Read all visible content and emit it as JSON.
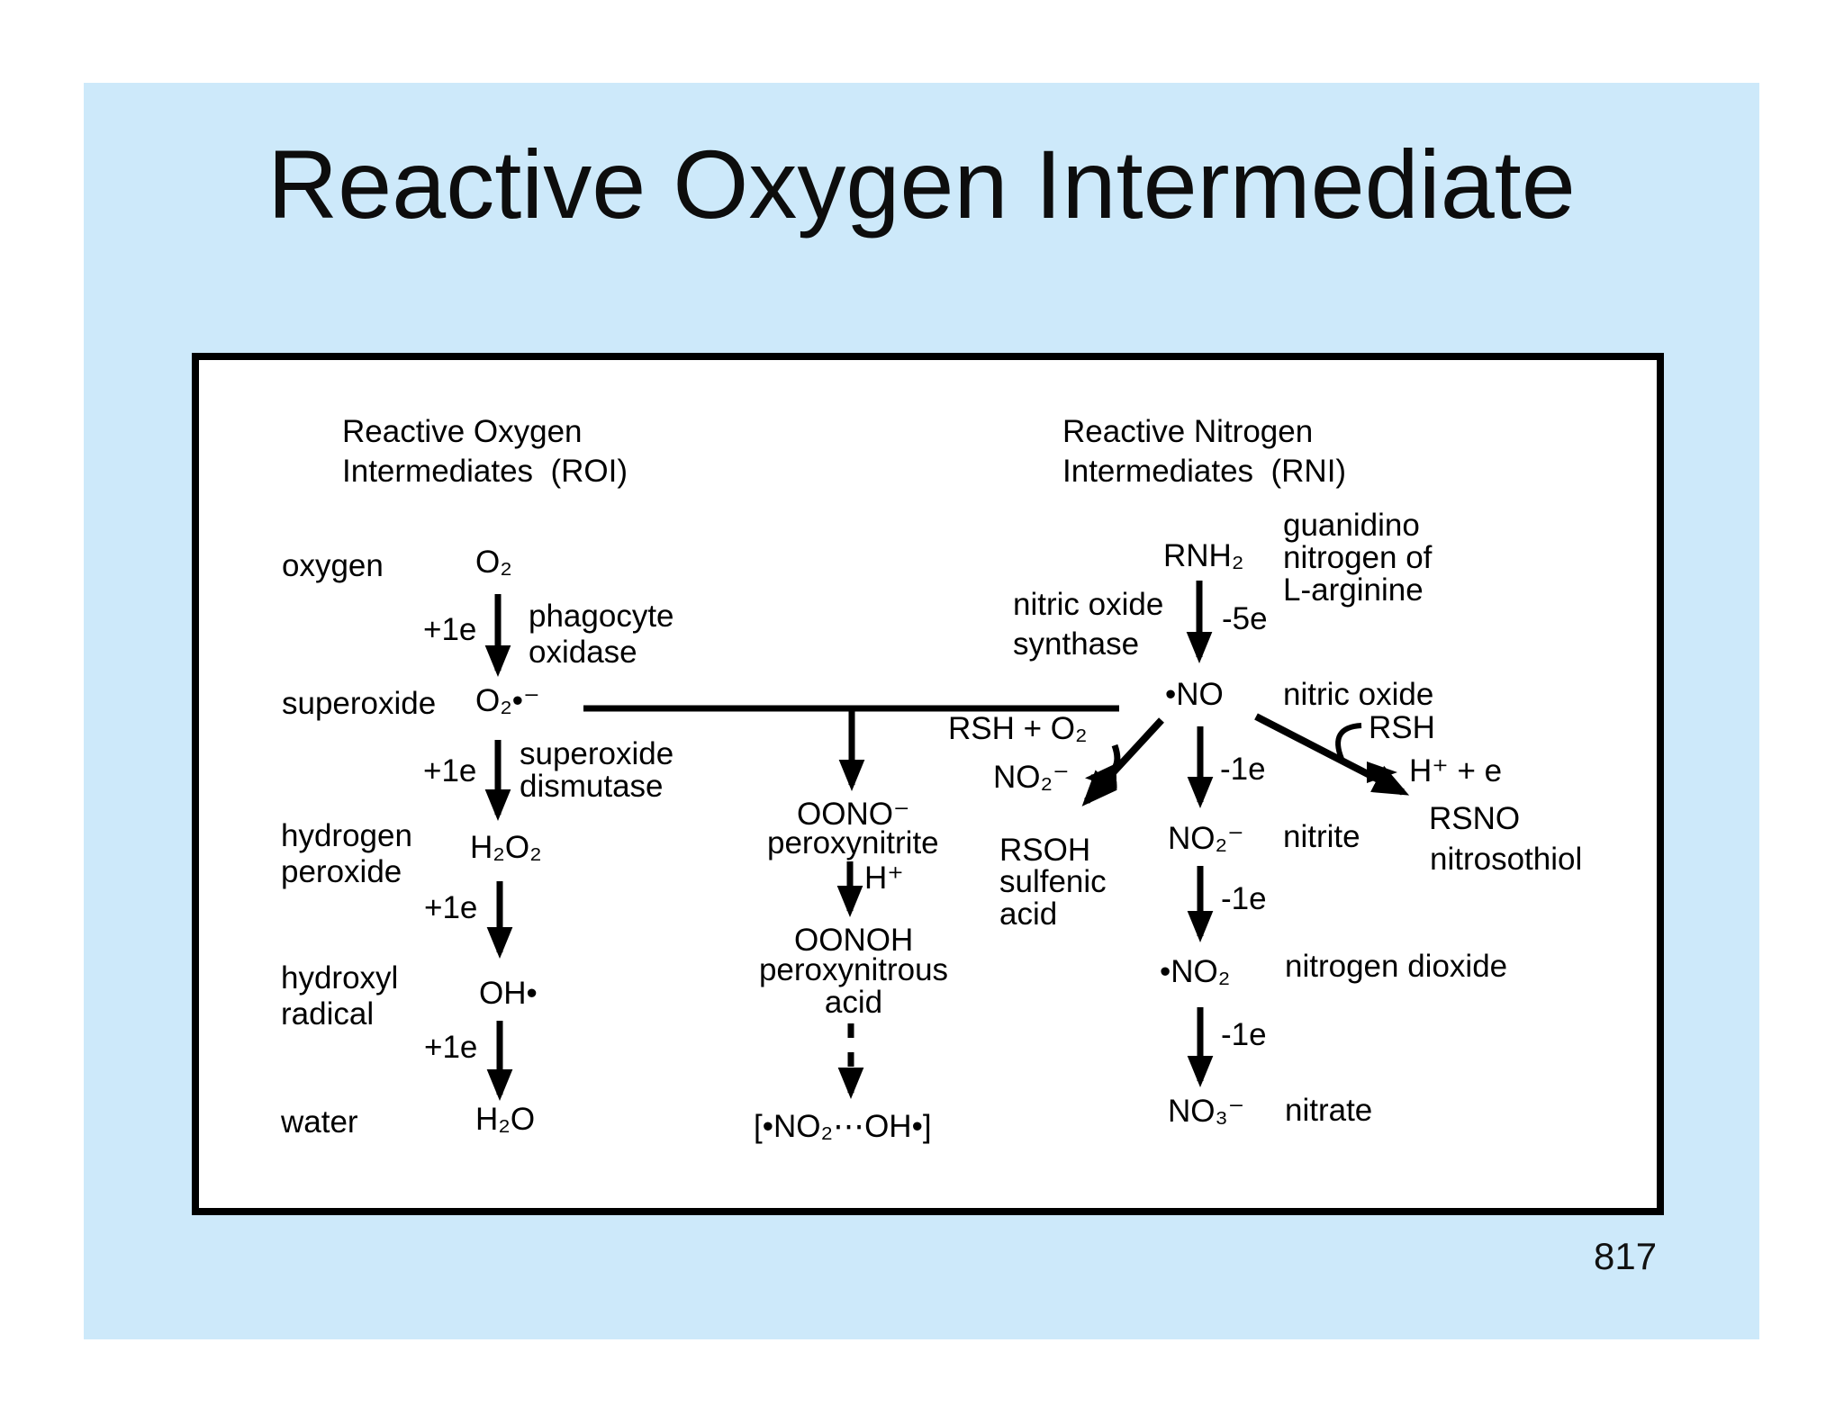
{
  "slide": {
    "title": "Reactive Oxygen Intermediate",
    "page_number": "817"
  },
  "colors": {
    "background": "#ffffff",
    "slide_panel": "#cde9fa",
    "ink": "#000000"
  },
  "roi": {
    "header": "Reactive Oxygen\nIntermediates  (ROI)",
    "oxygen_label": "oxygen",
    "oxygen_formula": "O₂",
    "e1": "+1e",
    "enzyme1": "phagocyte\noxidase",
    "superoxide_label": "superoxide",
    "superoxide_formula": "O₂•⁻",
    "e2": "+1e",
    "enzyme2": "superoxide\ndismutase",
    "h2o2_label": "hydrogen\nperoxide",
    "h2o2_formula": "H₂O₂",
    "e3": "+1e",
    "hydroxyl_label": "hydroxyl\nradical",
    "hydroxyl_formula": "OH•",
    "e4": "+1e",
    "water_label": "water",
    "water_formula": "H₂O"
  },
  "middle": {
    "peroxynitrite_formula": "OONO⁻",
    "peroxynitrite_label": "peroxynitrite",
    "h_plus": "H⁺",
    "peroxynitrous_formula": "OONOH",
    "peroxynitrous_label": "peroxynitrous\nacid",
    "radical_pair": "[•NO₂⋯OH•]"
  },
  "rni": {
    "header": "Reactive Nitrogen\nIntermediates  (RNI)",
    "guanidino_label": "guanidino\nnitrogen of\nL-arginine",
    "rnh2_formula": "RNH₂",
    "nos_label": "nitric oxide\nsynthase",
    "e5": "-5e",
    "no_formula": "•NO",
    "no_label": "nitric oxide",
    "e_no_no2": "-1e",
    "rsh_o2": "RSH + O₂",
    "no2_product_formula": "NO₂⁻",
    "rsoh_formula": "RSOH",
    "rsoh_label": "sulfenic\nacid",
    "rsh": "RSH",
    "h_plus_e": "H⁺ + e",
    "rsno_formula": "RSNO",
    "rsno_label": "nitrosothiol",
    "no2_formula": "NO₂⁻",
    "no2_label": "nitrite",
    "e_no2_no2rad": "-1e",
    "no2rad_formula": "•NO₂",
    "no2rad_label": "nitrogen dioxide",
    "e_no2rad_no3": "-1e",
    "no3_formula": "NO₃⁻",
    "no3_label": "nitrate"
  }
}
